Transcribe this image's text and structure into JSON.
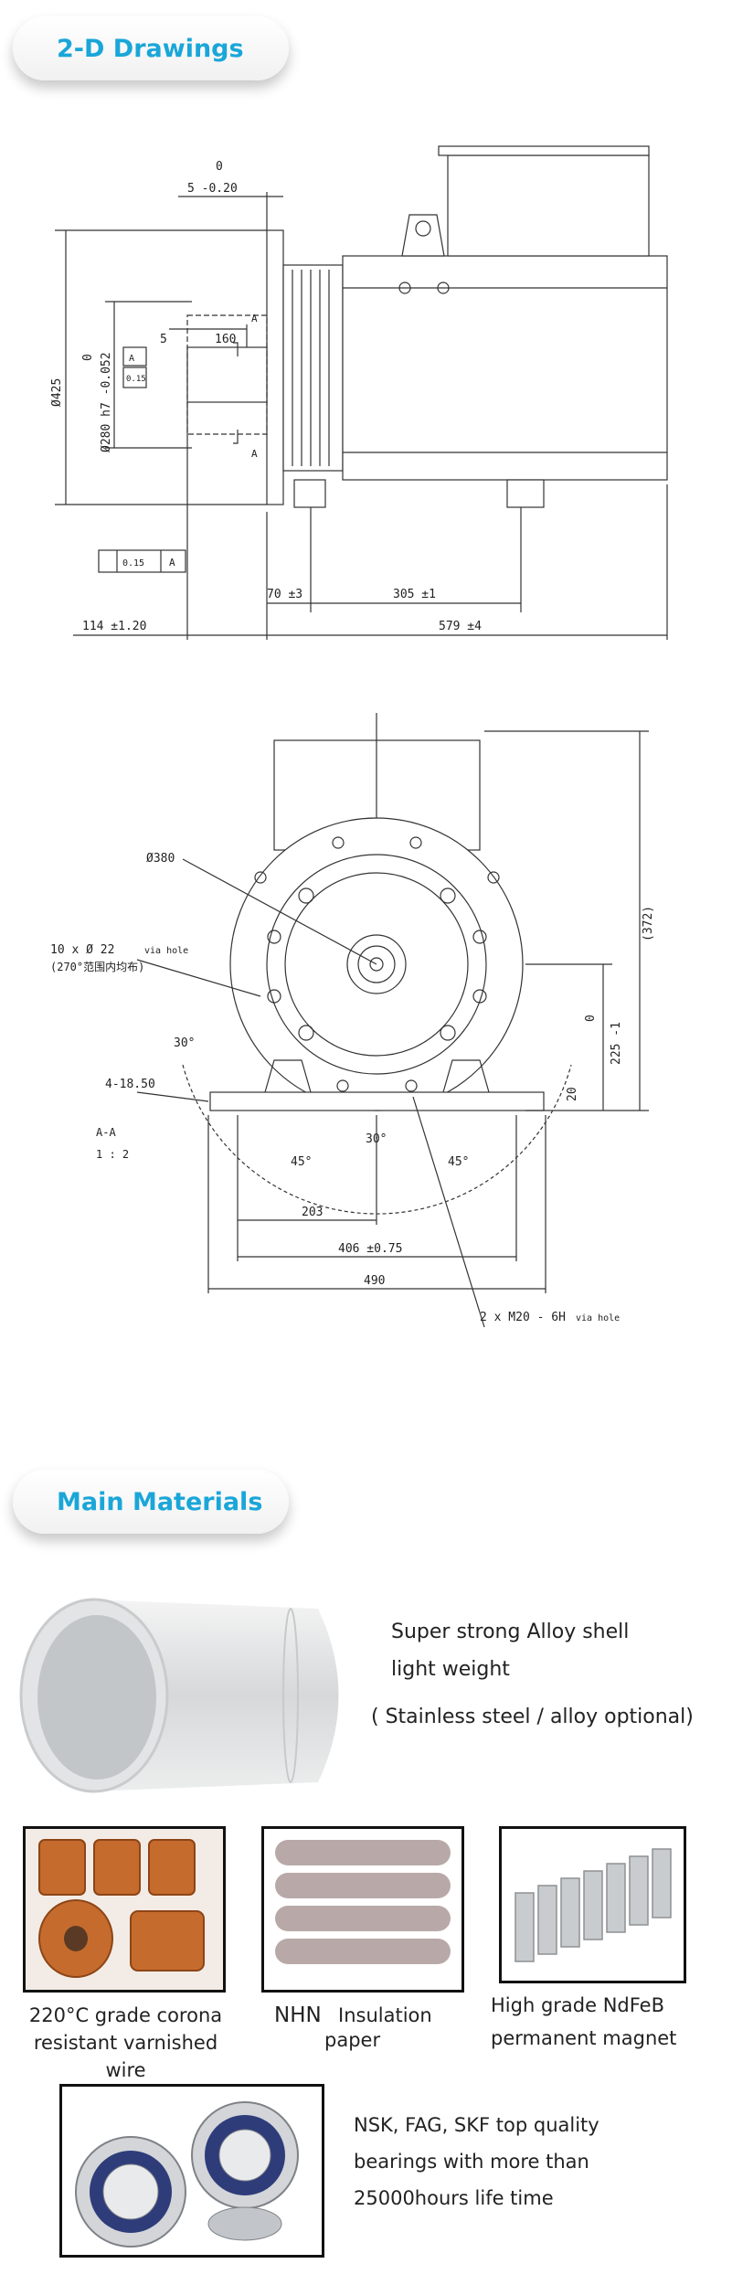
{
  "sections": {
    "drawings_title": "2-D Drawings",
    "materials_title": "Main Materials"
  },
  "drawing1": {
    "tol_0_top": "0",
    "dim_5_020": "5 -0.20",
    "dim_160": "160",
    "dim_5": "5",
    "section_a_top": "A",
    "section_a_bottom": "A",
    "dia_425": "Ø425",
    "tol_0_side": "0",
    "dia_280": "Ø280 h7 -0.052",
    "frame_a": "A",
    "frame_015": "0.15",
    "runout_015": "0.15",
    "runout_a": "A",
    "dim_70": "70 ±3",
    "dim_305": "305 ±1",
    "dim_114": "114 ±1.20",
    "dim_579": "579 ±4"
  },
  "drawing2": {
    "dia_380": "Ø380",
    "holes_note": "10 x Ø 22",
    "holes_via": "via hole",
    "holes_note_cn": "(270°范围内均布)",
    "angle_30_left": "30°",
    "dim_4_1850": "4-18.50",
    "section_label": "A-A",
    "scale_label": "1 : 2",
    "angle_45_left": "45°",
    "angle_30_bottom": "30°",
    "angle_45_right": "45°",
    "dim_203": "203",
    "dim_406": "406 ±0.75",
    "dim_490": "490",
    "thread_note": "2 x M20 - 6H",
    "thread_via": "via hole",
    "dim_20": "20",
    "tol_0": "0",
    "dim_225": "225 -1",
    "dim_372": "(372)"
  },
  "materials": {
    "shell_line1": "Super strong Alloy shell",
    "shell_line2": "light weight",
    "shell_line3": "( Stainless steel / alloy optional)",
    "wire_line1": "220°C grade corona",
    "wire_line2": "resistant varnished wire",
    "paper_prefix": "NHN",
    "paper_line1": "Insulation",
    "paper_line2": "paper",
    "magnet_line1": "High grade NdFeB",
    "magnet_line2": "permanent magnet",
    "bearing_line1": "NSK, FAG, SKF top quality",
    "bearing_line2": "bearings with more than",
    "bearing_line3": "25000hours life time"
  }
}
